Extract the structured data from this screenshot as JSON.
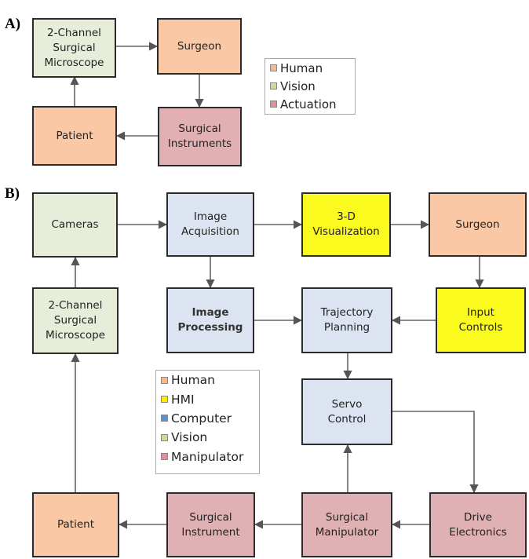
{
  "panel_a": {
    "label": "A)",
    "boxes": {
      "microscope": "2-Channel\nSurgical\nMicroscope",
      "surgeon": "Surgeon",
      "patient": "Patient",
      "instruments": "Surgical\nInstruments"
    },
    "legend": [
      {
        "label": "Human",
        "color": "#f7b98c"
      },
      {
        "label": "Vision",
        "color": "#c8dba4"
      },
      {
        "label": "Actuation",
        "color": "#d9939a"
      }
    ]
  },
  "panel_b": {
    "label": "B)",
    "boxes": {
      "cameras": "Cameras",
      "image_acquisition": "Image\nAcquisition",
      "visualization": "3-D\nVisualization",
      "surgeon": "Surgeon",
      "microscope": "2-Channel\nSurgical\nMicroscope",
      "image_processing": "Image\nProcessing",
      "trajectory_planning": "Trajectory\nPlanning",
      "input_controls": "Input\nControls",
      "servo_control": "Servo\nControl",
      "patient": "Patient",
      "surgical_instrument": "Surgical\nInstrument",
      "surgical_manipulator": "Surgical\nManipulator",
      "drive_electronics": "Drive\nElectronics"
    },
    "legend": [
      {
        "label": "Human",
        "color": "#f7b98c"
      },
      {
        "label": "HMI",
        "color": "#f5f000"
      },
      {
        "label": "Computer",
        "color": "#5f8fd0"
      },
      {
        "label": "Vision",
        "color": "#c8dba4"
      },
      {
        "label": "Manipulator",
        "color": "#d9939a"
      }
    ]
  }
}
